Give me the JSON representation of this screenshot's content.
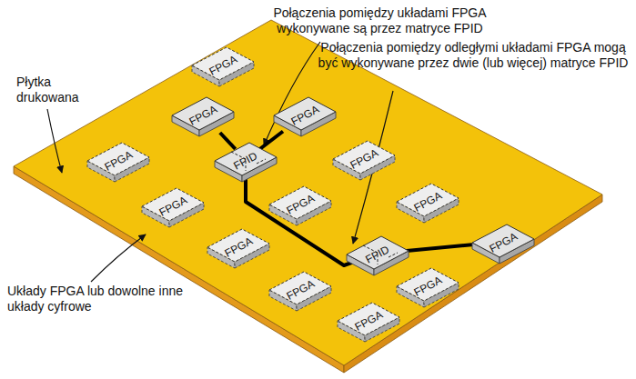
{
  "diagram": {
    "nodes": [
      {
        "text": [
          "FPGA"
        ]
      },
      {
        "text": [
          "FPGA"
        ]
      },
      {
        "text": [
          "FPGA"
        ]
      },
      {
        "text": [
          "FPGA"
        ]
      },
      {
        "text": [
          "FPID"
        ]
      },
      {
        "text": [
          "FPGA"
        ]
      },
      {
        "text": [
          "FPGA"
        ]
      },
      {
        "text": [
          "FPGA"
        ]
      },
      {
        "text": [
          "FPGA"
        ]
      },
      {
        "text": [
          "FPGA"
        ]
      },
      {
        "text": [
          "FPID"
        ]
      },
      {
        "text": [
          "FPGA"
        ]
      },
      {
        "text": [
          "FPGA"
        ]
      },
      {
        "text": [
          "FPGA"
        ]
      },
      {
        "text": [
          "FPGA"
        ]
      }
    ],
    "edges": [
      {
        "from": 1,
        "to": 4,
        "arrow": "none"
      },
      {
        "from": 2,
        "to": 4,
        "arrow": "none"
      },
      {
        "from": 4,
        "to": 10,
        "arrow": "none"
      },
      {
        "from": 10,
        "to": 11,
        "arrow": "none"
      }
    ],
    "labels": [
      "Połączenia pomiędzy układami FPGA wykonywane są przez matryce FPID",
      "Połączenia pomiędzy odległymi układami FPGA mogą być wykonywane przez dwie (lub więcej) matryce FPID",
      "Płytka drukowana",
      "Układy FPGA lub dowolne inne układy cyfrowe"
    ]
  }
}
